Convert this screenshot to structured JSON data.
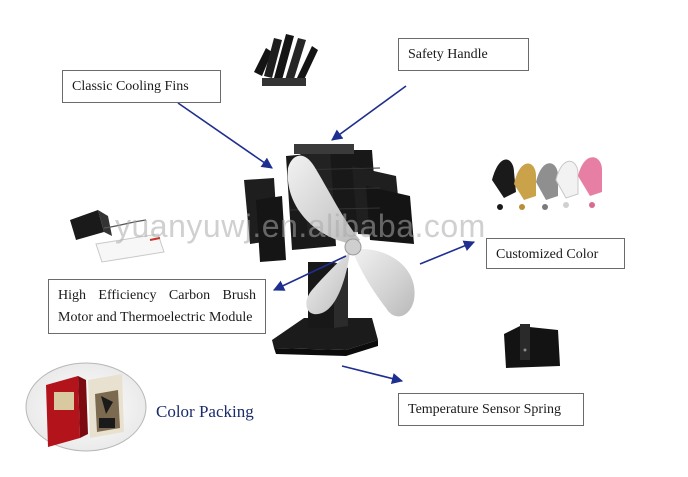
{
  "labels": {
    "classic_cooling_fins": "Classic Cooling Fins",
    "safety_handle": "Safety Handle",
    "customized_color": "Customized Color",
    "motor_line1": "High Efficiency Carbon Brush",
    "motor_line2": "Motor and Thermoelectric Module",
    "temperature_sensor_spring": "Temperature Sensor Spring",
    "color_packing": "Color Packing"
  },
  "watermark": "yuanyuwj.en.alibaba.com",
  "colors": {
    "arrow": "#1f2f8f",
    "fan_black": "#141414",
    "blade_silver": "#d6d6d6",
    "box_red": "#b3131a",
    "swatches": [
      "#1a1a1a",
      "#c9a24a",
      "#8f8f8f",
      "#f2f2f2",
      "#e77fa4"
    ]
  }
}
